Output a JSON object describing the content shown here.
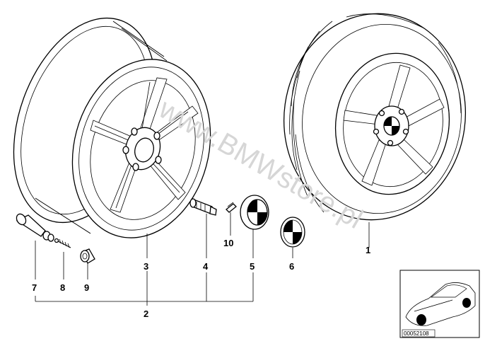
{
  "watermark": "www.BMWstore.pl",
  "callouts": {
    "wheel_complete": "1",
    "rim_assembly": "2",
    "rim": "3",
    "lug_bolt": "4",
    "hub_cap": "5",
    "emblem": "6",
    "valve_stem": "7",
    "valve_insert": "8",
    "valve_cap": "9",
    "balance_weight": "10"
  },
  "inset": {
    "diagram_id": "00052108"
  }
}
